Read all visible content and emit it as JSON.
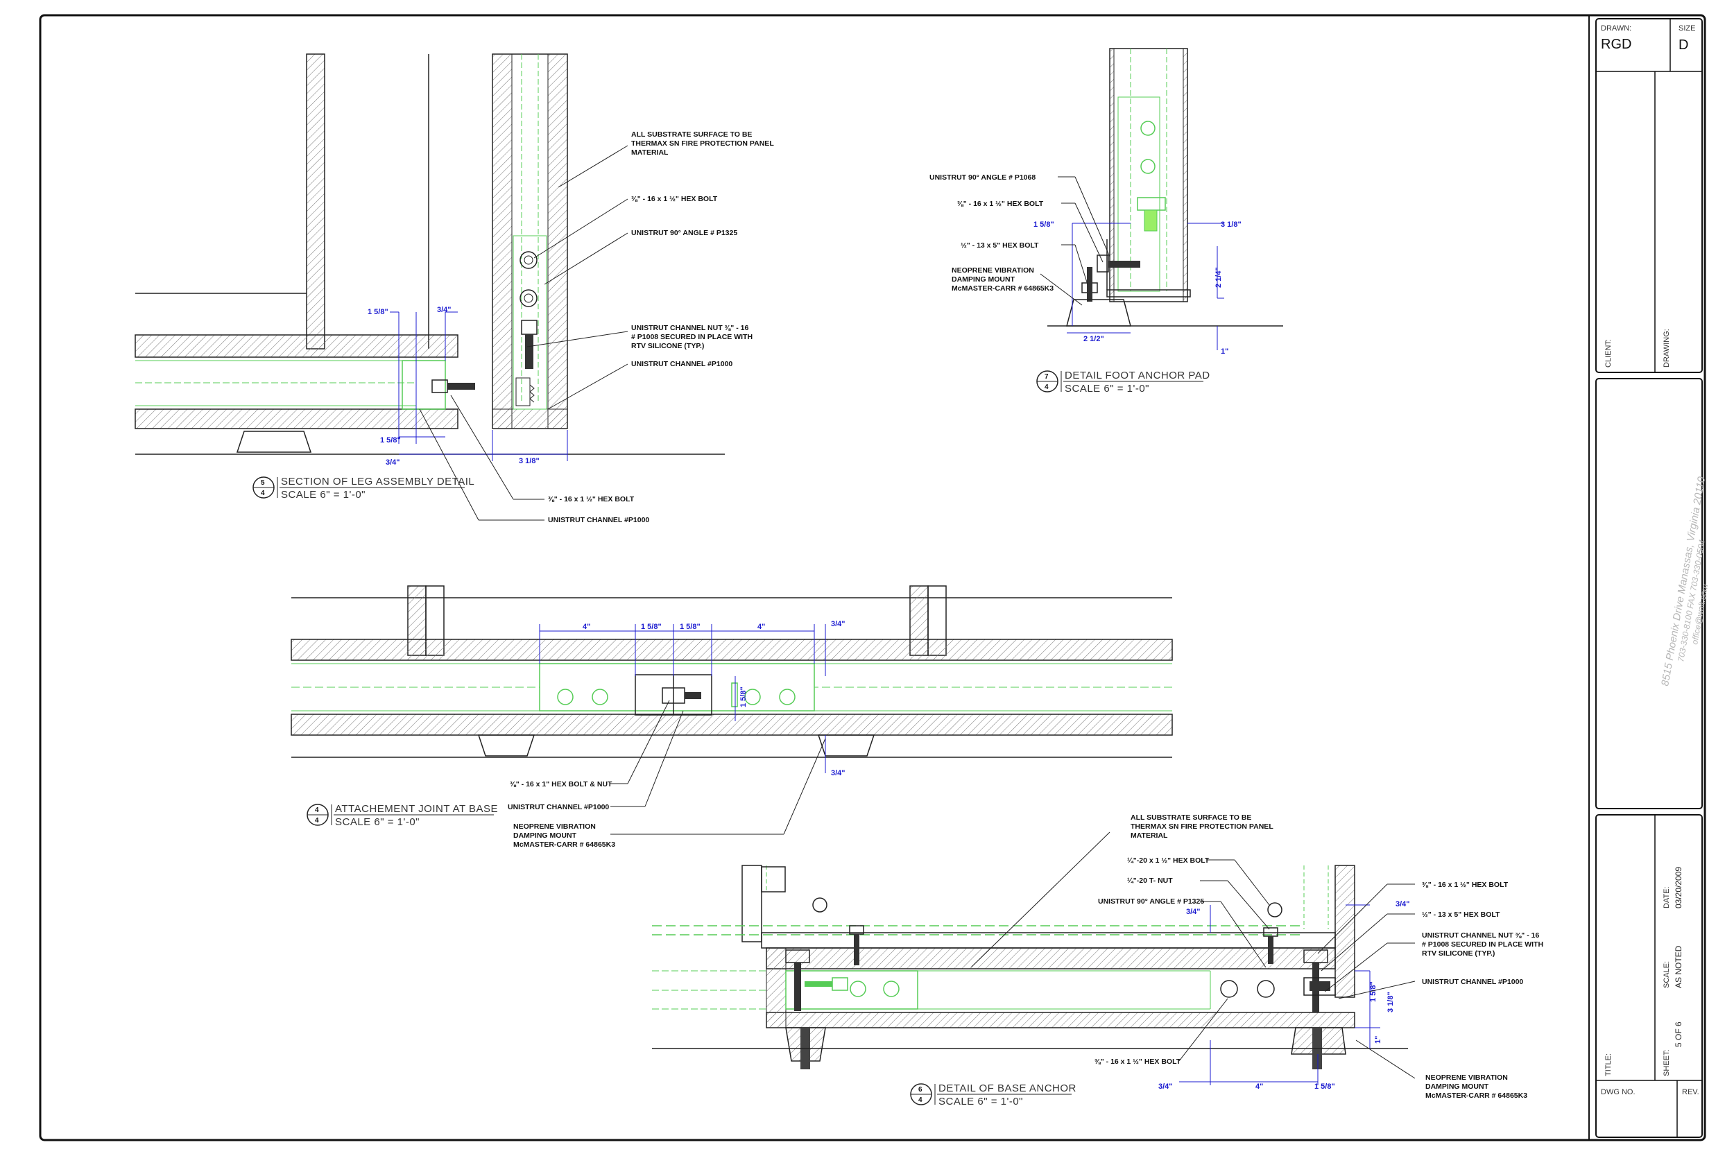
{
  "title_block": {
    "drawn_label": "DRAWN:",
    "drawn_value": "RGD",
    "size_label": "SIZE",
    "size_value": "D",
    "client_label": "CLIENT:",
    "drawing_label": "DRAWING:",
    "address_line1": "8515 Phoenix Drive Manassas, Virginia 20110",
    "address_line2": "703-330-8100    FAX 703-330-0504",
    "address_line3": "office@walt.com",
    "title_label": "TITLE:",
    "sheet_label": "SHEET:",
    "sheet_value": "5 OF 6",
    "scale_label": "SCALE:",
    "scale_value": "AS NOTED",
    "date_label": "DATE:",
    "date_value": "03/20/2009",
    "dwg_no_label": "DWG NO.",
    "rev_label": "REV."
  },
  "details": {
    "leg": {
      "number": "5",
      "sheet": "4",
      "title": "SECTION OF LEG ASSEMBLY DETAIL",
      "scale": "SCALE 6\" = 1'-0\"",
      "notes": {
        "substrate_1": "ALL SUBSTRATE SURFACE TO BE",
        "substrate_2": "THERMAX SN FIRE PROTECTION PANEL",
        "substrate_3": "MATERIAL",
        "hex_bolt_top": "⅜\" - 16 x 1 ½\" HEX BOLT",
        "angle": "UNISTRUT 90° ANGLE # P1325",
        "nut_1": "UNISTRUT CHANNEL NUT ⅜\" - 16",
        "nut_2": "# P1008 SECURED IN PLACE WITH",
        "nut_3": "RTV SILICONE (TYP.)",
        "channel": "UNISTRUT CHANNEL  #P1000",
        "hex_bolt_bottom": "⅜\" - 16 x 1 ½\" HEX BOLT",
        "channel_bottom": "UNISTRUT CHANNEL  #P1000"
      },
      "dims": {
        "d1": "1 5/8\"",
        "d2": "3/4\"",
        "d3": "1 5/8\"",
        "d4": "3/4\"",
        "d5": "3 1/8\""
      }
    },
    "foot": {
      "number": "7",
      "sheet": "4",
      "title": "DETAIL FOOT ANCHOR PAD",
      "scale": "SCALE 6\" = 1'-0\"",
      "notes": {
        "angle": "UNISTRUT 90° ANGLE # P1068",
        "hex_bolt": "⅜\" - 16 x 1 ½\" HEX BOLT",
        "hex_bolt_2": "½\" - 13 x 5\" HEX BOLT",
        "neo_1": "NEOPRENE VIBRATION",
        "neo_2": "DAMPING MOUNT",
        "neo_3": "McMASTER-CARR # 64865K3"
      },
      "dims": {
        "d1": "1 5/8\"",
        "d2": "3 1/8\"",
        "d3": "2 1/4\"",
        "d4": "2 1/2\"",
        "d5": "1\""
      }
    },
    "joint": {
      "number": "4",
      "sheet": "4",
      "title": "ATTACHEMENT JOINT AT BASE",
      "scale": "SCALE 6\" = 1'-0\"",
      "notes": {
        "hex_bolt": "⅜\" - 16 x 1\" HEX BOLT & NUT",
        "channel": "UNISTRUT CHANNEL  #P1000",
        "neo_1": "NEOPRENE VIBRATION",
        "neo_2": "DAMPING MOUNT",
        "neo_3": "McMASTER-CARR # 64865K3"
      },
      "dims": {
        "d1": "4\"",
        "d2": "1 5/8\"",
        "d3": "1 5/8\"",
        "d4": "4\"",
        "d5": "3/4\"",
        "d6": "1 5/8\"",
        "d7": "3/4\""
      }
    },
    "base": {
      "number": "6",
      "sheet": "4",
      "title": "DETAIL OF BASE ANCHOR",
      "scale": "SCALE 6\" = 1'-0\"",
      "notes": {
        "substrate_1": "ALL SUBSTRATE SURFACE TO BE",
        "substrate_2": "THERMAX SN FIRE PROTECTION PANEL",
        "substrate_3": "MATERIAL",
        "hex_bolt_20": "¼\"-20 x 1 ½\" HEX BOLT",
        "tnut": "¼\"-20  T- NUT",
        "angle": "UNISTRUT 90° ANGLE # P1325",
        "hex_bolt_r1": "⅜\" - 16 x 1 ½\" HEX BOLT",
        "hex_bolt_r2": "½\" - 13 x 5\" HEX BOLT",
        "nut_1": "UNISTRUT CHANNEL NUT ⅜\" - 16",
        "nut_2": "# P1008 SECURED IN PLACE WITH",
        "nut_3": "RTV SILICONE (TYP.)",
        "channel": "UNISTRUT CHANNEL  #P1000",
        "hex_bolt_bottom": "⅜\" - 16 x 1 ½\" HEX BOLT",
        "neo_1": "NEOPRENE VIBRATION",
        "neo_2": "DAMPING MOUNT",
        "neo_3": "McMASTER-CARR # 64865K3"
      },
      "dims": {
        "d1": "3/4\"",
        "d2": "3/4\"",
        "d3": "4\"",
        "d4": "1 5/8\"",
        "d5": "3/4\"",
        "d6": "1 5/8\"",
        "d7": "3 1/8\"",
        "d8": "1\""
      }
    }
  }
}
